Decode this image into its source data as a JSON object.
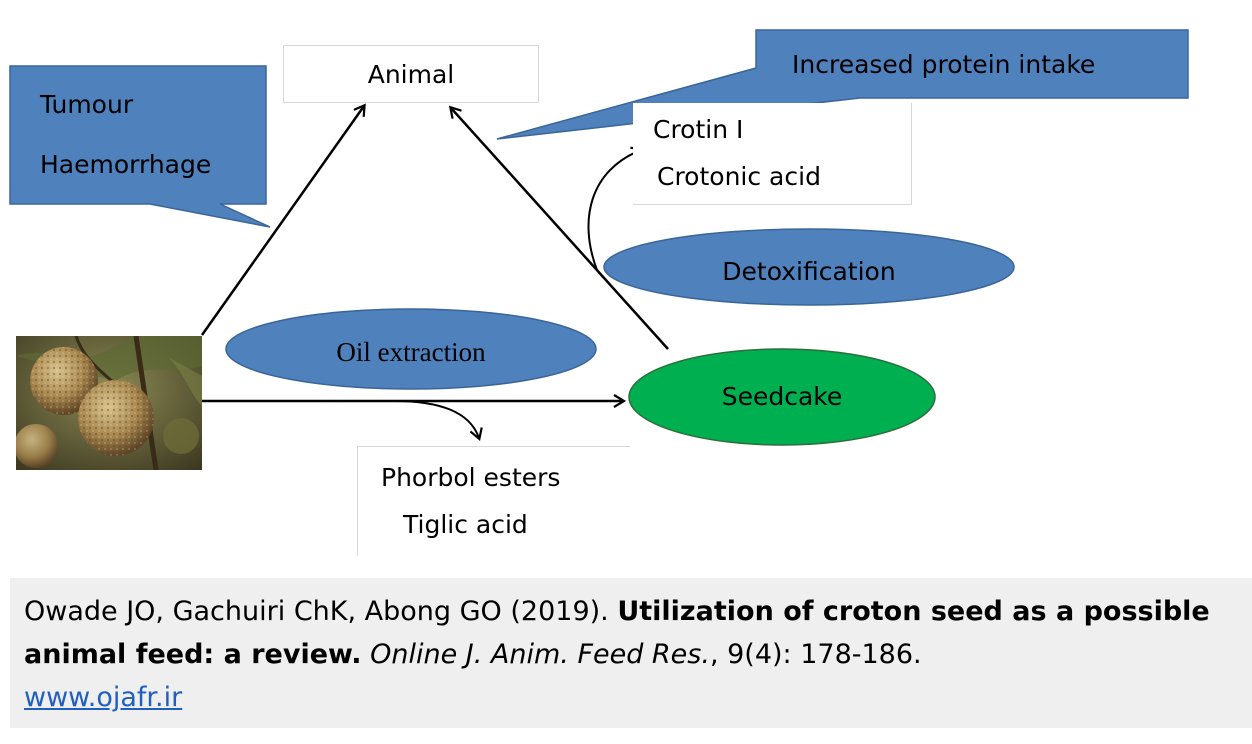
{
  "nodes": {
    "animal": "Animal",
    "seedcake": "Seedcake",
    "oil_extraction": "Oil extraction",
    "detoxification": "Detoxification",
    "crotin": "Crotin I",
    "crotonic_acid": "Crotonic acid",
    "phorbol_esters": "Phorbol esters",
    "tiglic_acid": "Tiglic acid"
  },
  "callouts": {
    "tumour": "Tumour",
    "haemorrhage": "Haemorrhage",
    "protein_intake": "Increased protein intake"
  },
  "citation": {
    "authors": "Owade JO, Gachuiri ChK, Abong GO (2019). ",
    "title": "Utilization of croton seed as a possible animal feed: a review.",
    "journal": "Online J. Anim. Feed Res.",
    "details": ", 9(4): 178-186.",
    "url": "www.ojafr.ir"
  },
  "colors": {
    "callout_blue": "#4f81bd",
    "ellipse_blue": "#4f81bd",
    "seedcake_green": "#00b050",
    "citation_bg": "#efefef"
  }
}
